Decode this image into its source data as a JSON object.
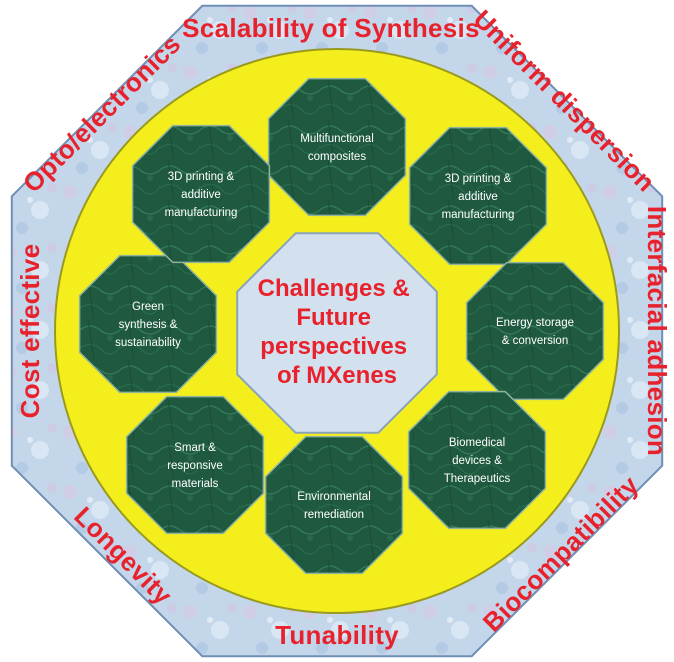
{
  "outer_labels": {
    "top": "Scalability of Synthesis",
    "top_right": "Uniform dispersion",
    "right": "Interfacial adhesion",
    "bottom_right": "Biocompatibility",
    "bottom": "Tunability",
    "bottom_left": "Longevity",
    "left": "Cost effective",
    "top_left": "Opto/electronics"
  },
  "center": {
    "lines": [
      "Challenges &",
      "Future",
      "perspectives",
      "of MXenes"
    ]
  },
  "nodes": [
    {
      "key": "top",
      "lines": [
        "Multifunctional",
        "composites"
      ]
    },
    {
      "key": "top_right",
      "lines": [
        "3D printing &",
        "additive",
        "manufacturing"
      ]
    },
    {
      "key": "right",
      "lines": [
        "Energy storage",
        "& conversion"
      ]
    },
    {
      "key": "bottom_right",
      "lines": [
        "Biomedical",
        "devices &",
        "Therapeutics"
      ]
    },
    {
      "key": "bottom",
      "lines": [
        "Environmental",
        "remediation"
      ]
    },
    {
      "key": "bottom_left",
      "lines": [
        "Smart &",
        "responsive",
        "materials"
      ]
    },
    {
      "key": "left",
      "lines": [
        "Green",
        "synthesis &",
        "sustainability"
      ]
    },
    {
      "key": "top_left",
      "lines": [
        "3D printing &",
        "additive",
        "manufacturing"
      ]
    }
  ],
  "colors": {
    "outer_fill": "#b9cfe6",
    "outer_stroke": "#6f8fb5",
    "ring_fill": "#f4ef1c",
    "ring_stroke": "#9a9a1e",
    "node_fill": "#1f5a40",
    "node_stroke": "#8fb39f",
    "center_fill": "#d3e1ee",
    "text_accent": "#e8222c"
  }
}
